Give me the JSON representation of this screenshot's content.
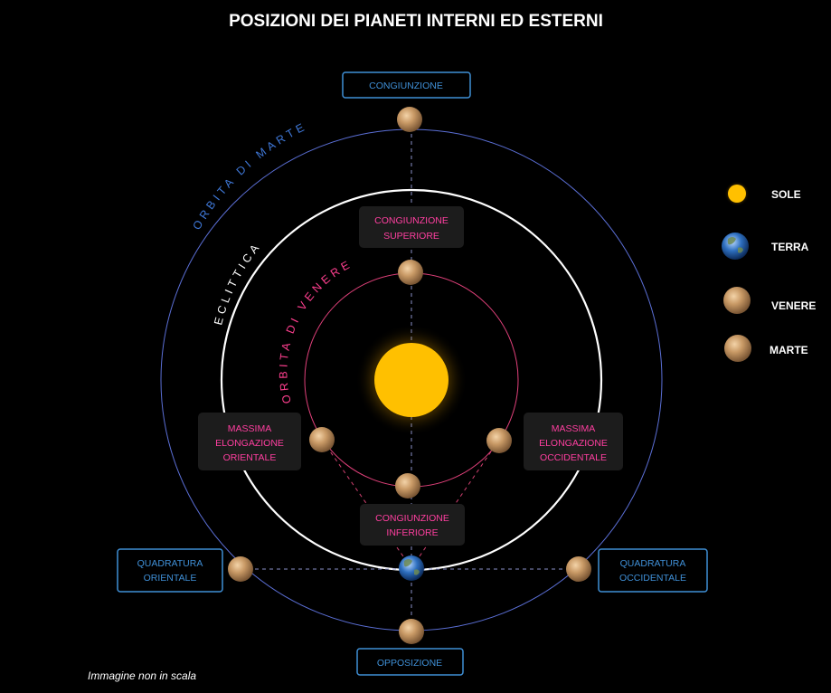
{
  "title": "POSIZIONI DEI PIANETI INTERNI ED ESTERNI",
  "orbits": {
    "mars": "ORBITA DI MARTE",
    "ecliptic": "ECLITTICA",
    "venus": "ORBITA DI VENERE"
  },
  "positions": {
    "conjunction": "CONGIUNZIONE",
    "superior_conjunction": [
      "CONGIUNZIONE",
      "SUPERIORE"
    ],
    "inferior_conjunction": [
      "CONGIUNZIONE",
      "INFERIORE"
    ],
    "eastern_elongation": [
      "MASSIMA",
      "ELONGAZIONE",
      "ORIENTALE"
    ],
    "western_elongation": [
      "MASSIMA",
      "ELONGAZIONE",
      "OCCIDENTALE"
    ],
    "eastern_quadrature": [
      "QUADRATURA",
      "ORIENTALE"
    ],
    "western_quadrature": [
      "QUADRATURA",
      "OCCIDENTALE"
    ],
    "opposition": "OPPOSIZIONE"
  },
  "legend": {
    "sun": "SOLE",
    "earth": "TERRA",
    "venus": "VENERE",
    "mars": "MARTE"
  },
  "note": "Immagine non in scala",
  "colors": {
    "sun": "#ffc000",
    "mars_orbit": "#5b6fd6",
    "ecliptic": "#ffffff",
    "venus_orbit": "#e0407a",
    "blue_label": "#3f8fd6",
    "pink_label": "#ff3fa0"
  }
}
